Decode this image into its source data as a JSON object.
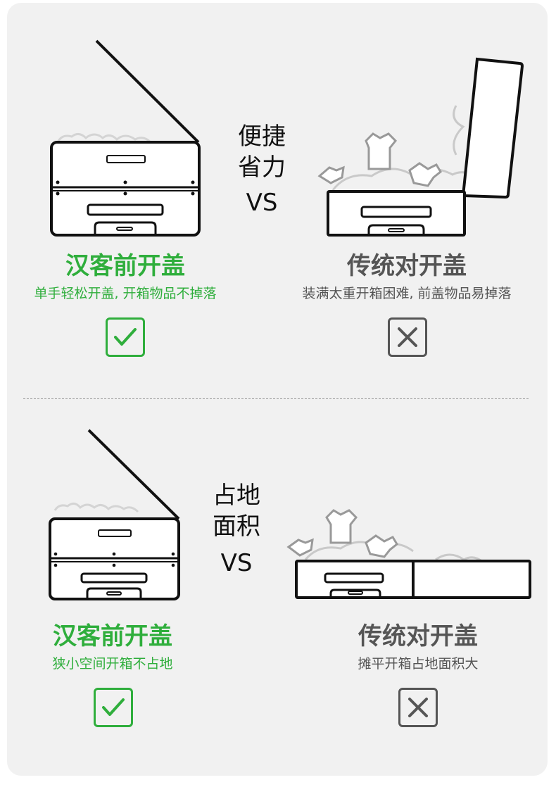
{
  "sections": [
    {
      "center_label": [
        "便捷",
        "省力"
      ],
      "vs": "VS",
      "left": {
        "title": "汉客前开盖",
        "subtitle": "单手轻松开盖, 开箱物品不掉落",
        "mark": "check"
      },
      "right": {
        "title": "传统对开盖",
        "subtitle": "装满太重开箱困难, 前盖物品易掉落",
        "mark": "cross"
      }
    },
    {
      "center_label": [
        "占地",
        "面积"
      ],
      "vs": "VS",
      "left": {
        "title": "汉客前开盖",
        "subtitle": "狭小空间开箱不占地",
        "mark": "check"
      },
      "right": {
        "title": "传统对开盖",
        "subtitle": "摊平开箱占地面积大",
        "mark": "cross"
      }
    }
  ],
  "colors": {
    "accent_green": "#2fae3c",
    "grey_text": "#555555",
    "background": "#f1f1f1"
  },
  "icons": {
    "check": "check-icon",
    "cross": "close-icon"
  }
}
